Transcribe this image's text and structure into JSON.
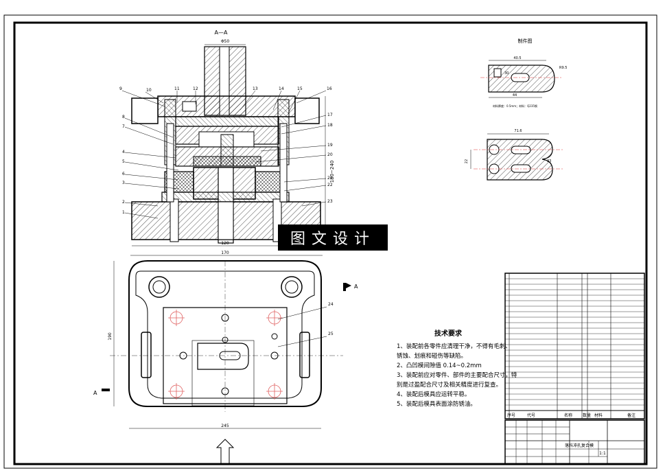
{
  "section_label": "A—A",
  "view_arrow_label": "A",
  "dimensions": {
    "top_width": "Φ50",
    "main_width": "245",
    "plan_width": "170",
    "plan_height": "190",
    "height_range": "180~240",
    "top_mid": "120",
    "strip_width": "40.5",
    "strip_left": "R9.5",
    "strip_len": "44",
    "strip_mid": "30",
    "blank_width": "71.6",
    "blank_pitch": "22",
    "blank_tab": "33"
  },
  "part_tag": "制件图",
  "part_note": "材料厚度：0.5mm；材料：Q235钢",
  "callouts": [
    "1",
    "2",
    "3",
    "4",
    "5",
    "6",
    "7",
    "8",
    "9",
    "10",
    "11",
    "12",
    "13",
    "14",
    "15",
    "16",
    "17",
    "18",
    "19",
    "20",
    "21",
    "22",
    "23",
    "24",
    "25"
  ],
  "watermark": "图文设计",
  "tech_title": "技术要求",
  "tech_lines": [
    "1、装配前各零件应清理干净，不得有毛刺、",
    "锈蚀、划痕和碰伤等缺陷。",
    "2、凸凹模间隙值 0.14~0.2mm",
    "3、装配前应对零件、部件的主要配合尺寸，特",
    "别是过盈配合尺寸及相关精度进行复查。",
    "4、装配后模具应运转平稳。",
    "5、装配后模具表面涂防锈油。"
  ],
  "bom_header": [
    "序号",
    "代号",
    "名称",
    "数量",
    "材料",
    "备注"
  ],
  "title_block": {
    "drawing_name": "落料冲孔复合模",
    "scale": "1:1"
  }
}
